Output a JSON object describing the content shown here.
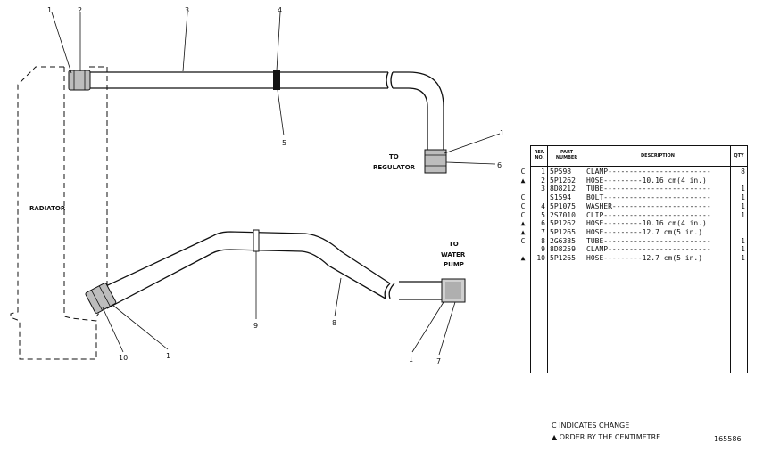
{
  "callouts": {
    "c1a": "1",
    "c2": "2",
    "c3": "3",
    "c4": "4",
    "c5": "5",
    "c1b": "1",
    "c6": "6",
    "c9": "9",
    "c8": "8",
    "c10": "10",
    "c1c": "1",
    "c1d": "1",
    "c7": "7"
  },
  "labels": {
    "radiator": "RADIATOR",
    "to_regulator_1": "TO",
    "to_regulator_2": "REGULATOR",
    "to_pump_1": "TO",
    "to_pump_2": "WATER",
    "to_pump_3": "PUMP"
  },
  "table": {
    "headers": {
      "ref": "REF. NO.",
      "part": "PART NUMBER",
      "desc": "DESCRIPTION",
      "qty": "QTY"
    },
    "rows": [
      {
        "mark": "C",
        "ref": "1",
        "part": "5P598",
        "desc": "CLAMP------------------------",
        "qty": "8"
      },
      {
        "mark": "▲",
        "ref": "2",
        "part": "5P1262",
        "desc": "HOSE---------10.16 cm(4 in.)",
        "qty": ""
      },
      {
        "mark": "",
        "ref": "3",
        "part": "8D8212",
        "desc": "TUBE-------------------------",
        "qty": "1"
      },
      {
        "mark": "C",
        "ref": "",
        "part": "S1594",
        "desc": "BOLT-------------------------",
        "qty": "1"
      },
      {
        "mark": "C",
        "ref": "4",
        "part": "5P1075",
        "desc": "WASHER-----------------------",
        "qty": "1"
      },
      {
        "mark": "C",
        "ref": "5",
        "part": "2S7010",
        "desc": "CLIP-------------------------",
        "qty": "1"
      },
      {
        "mark": "▲",
        "ref": "6",
        "part": "5P1262",
        "desc": "HOSE---------10.16 cm(4 in.)",
        "qty": ""
      },
      {
        "mark": "▲",
        "ref": "7",
        "part": "5P1265",
        "desc": "HOSE---------12.7 cm(5 in.)",
        "qty": ""
      },
      {
        "mark": "C",
        "ref": "8",
        "part": "2G6385",
        "desc": "TUBE-------------------------",
        "qty": "1"
      },
      {
        "mark": "",
        "ref": "9",
        "part": "8D8259",
        "desc": "CLAMP------------------------",
        "qty": "1"
      },
      {
        "mark": "▲",
        "ref": "10",
        "part": "5P1265",
        "desc": "HOSE---------12.7 cm(5 in.)",
        "qty": "1"
      }
    ]
  },
  "footnotes": {
    "change": "C INDICATES CHANGE",
    "order": "▲ ORDER BY THE CENTIMETRE",
    "figure_no": "165586"
  }
}
